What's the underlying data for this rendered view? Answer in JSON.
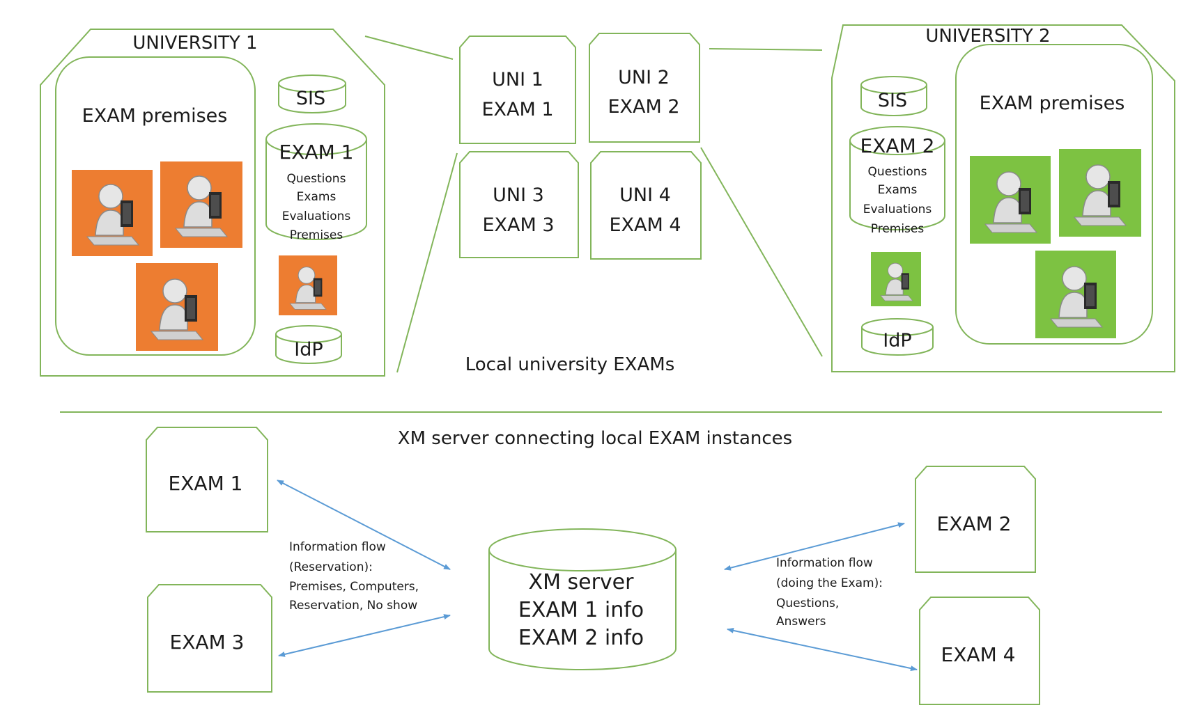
{
  "colors": {
    "outline": "#82b55a",
    "arrow": "#5b9bd5",
    "orange_bg": "#ed7d31",
    "green_bg": "#7dc242"
  },
  "icons": {
    "user": "user-at-computer-icon"
  },
  "universities": {
    "u1": {
      "title": "UNIVERSITY 1",
      "premises": "EXAM premises",
      "sis": "SIS",
      "exam_db": {
        "title": "EXAM 1",
        "items": [
          "Questions",
          "Exams",
          "Evaluations",
          "Premises"
        ]
      },
      "idp": "IdP"
    },
    "u2": {
      "title": "UNIVERSITY 2",
      "premises": "EXAM premises",
      "sis": "SIS",
      "exam_db": {
        "title": "EXAM 2",
        "items": [
          "Questions",
          "Exams",
          "Evaluations",
          "Premises"
        ]
      },
      "idp": "IdP"
    }
  },
  "local_exams": [
    {
      "line1": "UNI 1",
      "line2": "EXAM 1"
    },
    {
      "line1": "UNI 2",
      "line2": "EXAM 2"
    },
    {
      "line1": "UNI 3",
      "line2": "EXAM 3"
    },
    {
      "line1": "UNI 4",
      "line2": "EXAM 4"
    }
  ],
  "captions": {
    "local": "Local university EXAMs",
    "xm": "XM server connecting local EXAM instances"
  },
  "xm_server": {
    "lines": [
      "XM server",
      "EXAM 1 info",
      "EXAM 2 info"
    ]
  },
  "exam_nodes": {
    "e1": "EXAM 1",
    "e2": "EXAM 2",
    "e3": "EXAM 3",
    "e4": "EXAM 4"
  },
  "flows": {
    "left": [
      "Information flow",
      "(Reservation):",
      "Premises, Computers,",
      "Reservation, No show"
    ],
    "right": [
      "Information flow",
      "(doing the Exam):",
      "Questions,",
      "Answers"
    ]
  }
}
